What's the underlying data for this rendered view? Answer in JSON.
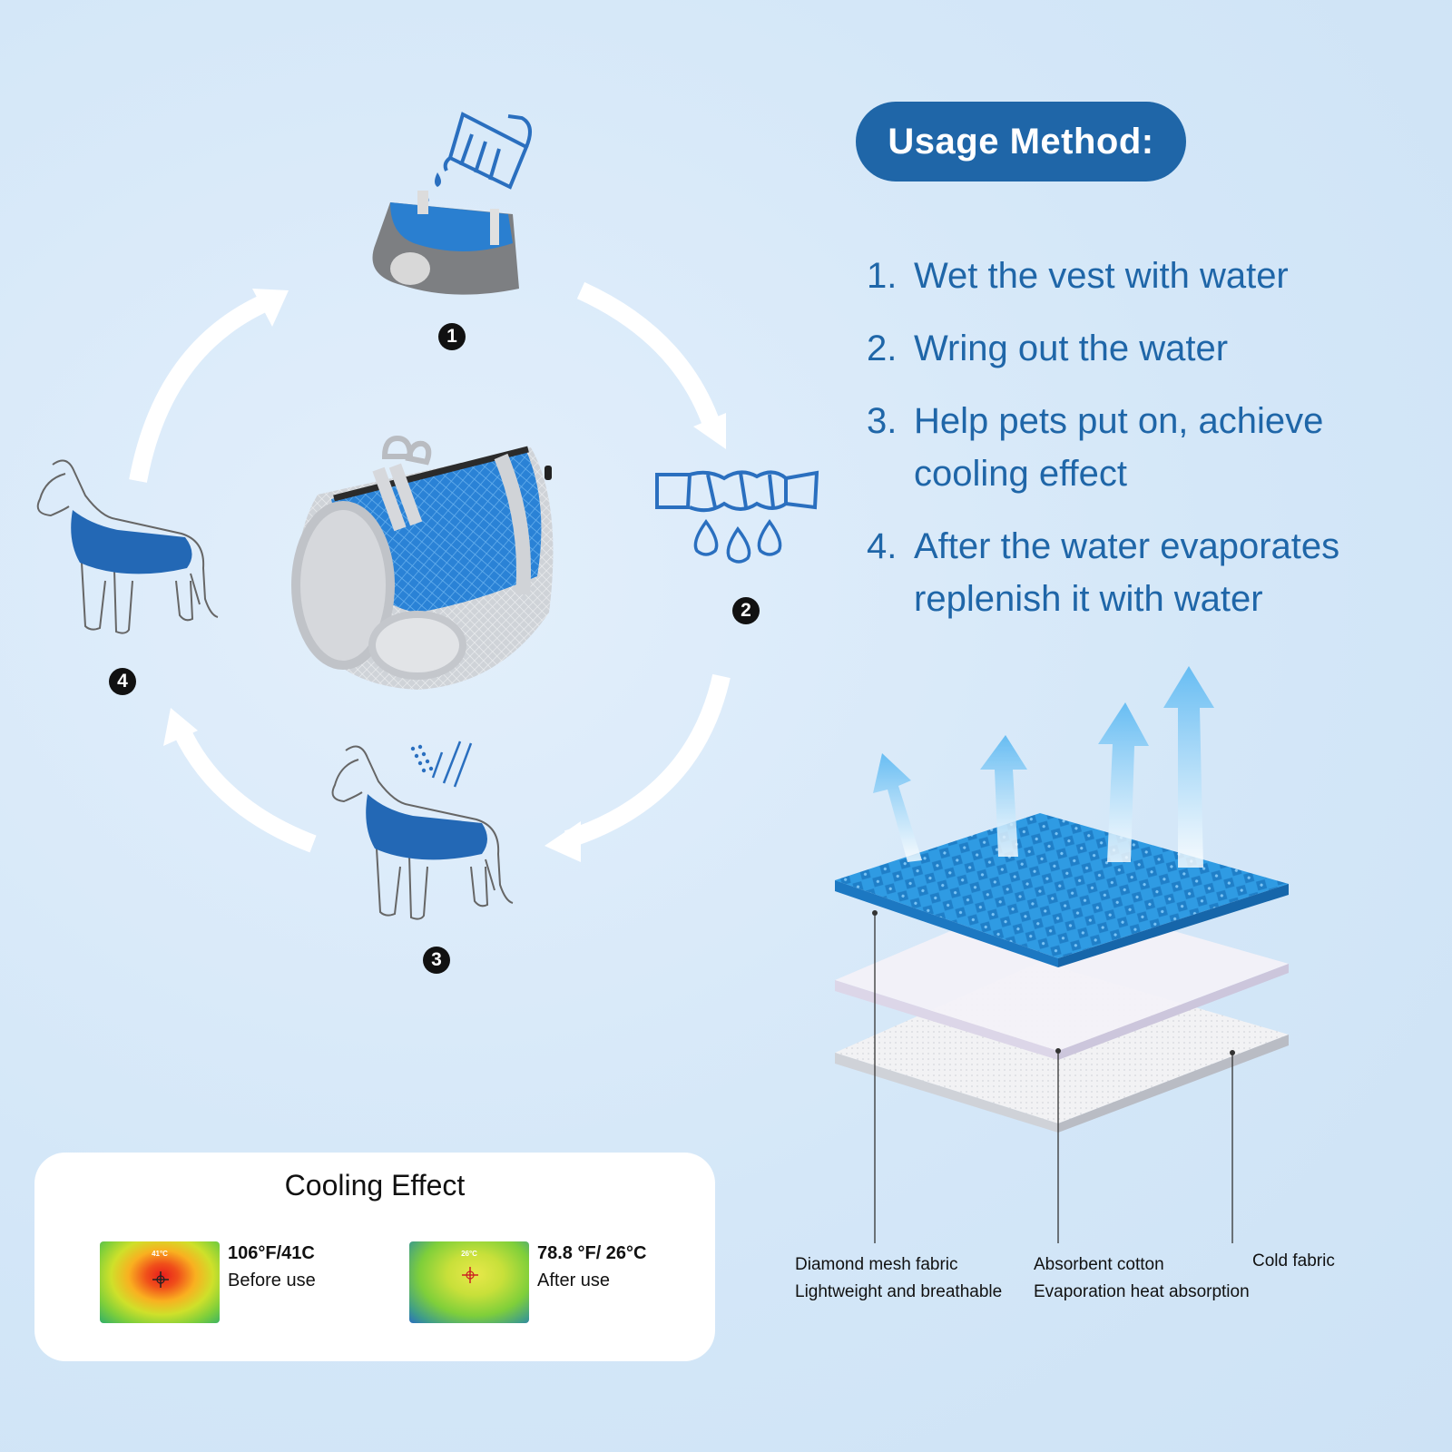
{
  "usage": {
    "title": "Usage Method:",
    "steps": [
      {
        "num": "1.",
        "text": "Wet the vest with water"
      },
      {
        "num": "2.",
        "text": "Wring out the water"
      },
      {
        "num": "3.",
        "text": "Help pets put on, achieve cooling effect"
      },
      {
        "num": "4.",
        "text": "After the water evaporates replenish it with water"
      }
    ]
  },
  "cycle": {
    "markers": [
      "1",
      "2",
      "3",
      "4"
    ]
  },
  "cooling": {
    "title": "Cooling Effect",
    "before": {
      "thermo_label": "41°C",
      "temp": "106°F/41C",
      "label": "Before use"
    },
    "after": {
      "thermo_label": "26°C",
      "temp": "78.8 °F/ 26°C",
      "label": "After use"
    }
  },
  "layers": {
    "mesh": {
      "name": "Diamond mesh fabric",
      "desc": "Lightweight and breathable"
    },
    "cotton": {
      "name": "Absorbent cotton",
      "desc": "Evaporation heat absorption"
    },
    "cold": {
      "name": "Cold fabric"
    }
  },
  "colors": {
    "brand_blue": "#1f66a8",
    "vest_blue": "#2a7fd0",
    "mesh_blue": "#2f9be3"
  }
}
